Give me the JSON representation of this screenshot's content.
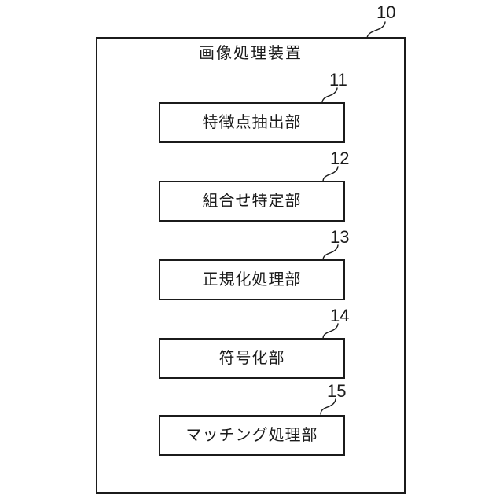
{
  "figure": {
    "device": {
      "ref": "10",
      "title": "画像処理装置"
    },
    "units": [
      {
        "ref": "11",
        "label": "特徴点抽出部"
      },
      {
        "ref": "12",
        "label": "組合せ特定部"
      },
      {
        "ref": "13",
        "label": "正規化処理部"
      },
      {
        "ref": "14",
        "label": "符号化部"
      },
      {
        "ref": "15",
        "label": "マッチング処理部"
      }
    ],
    "colors": {
      "line": "#1b1b1b",
      "background": "#ffffff"
    }
  }
}
